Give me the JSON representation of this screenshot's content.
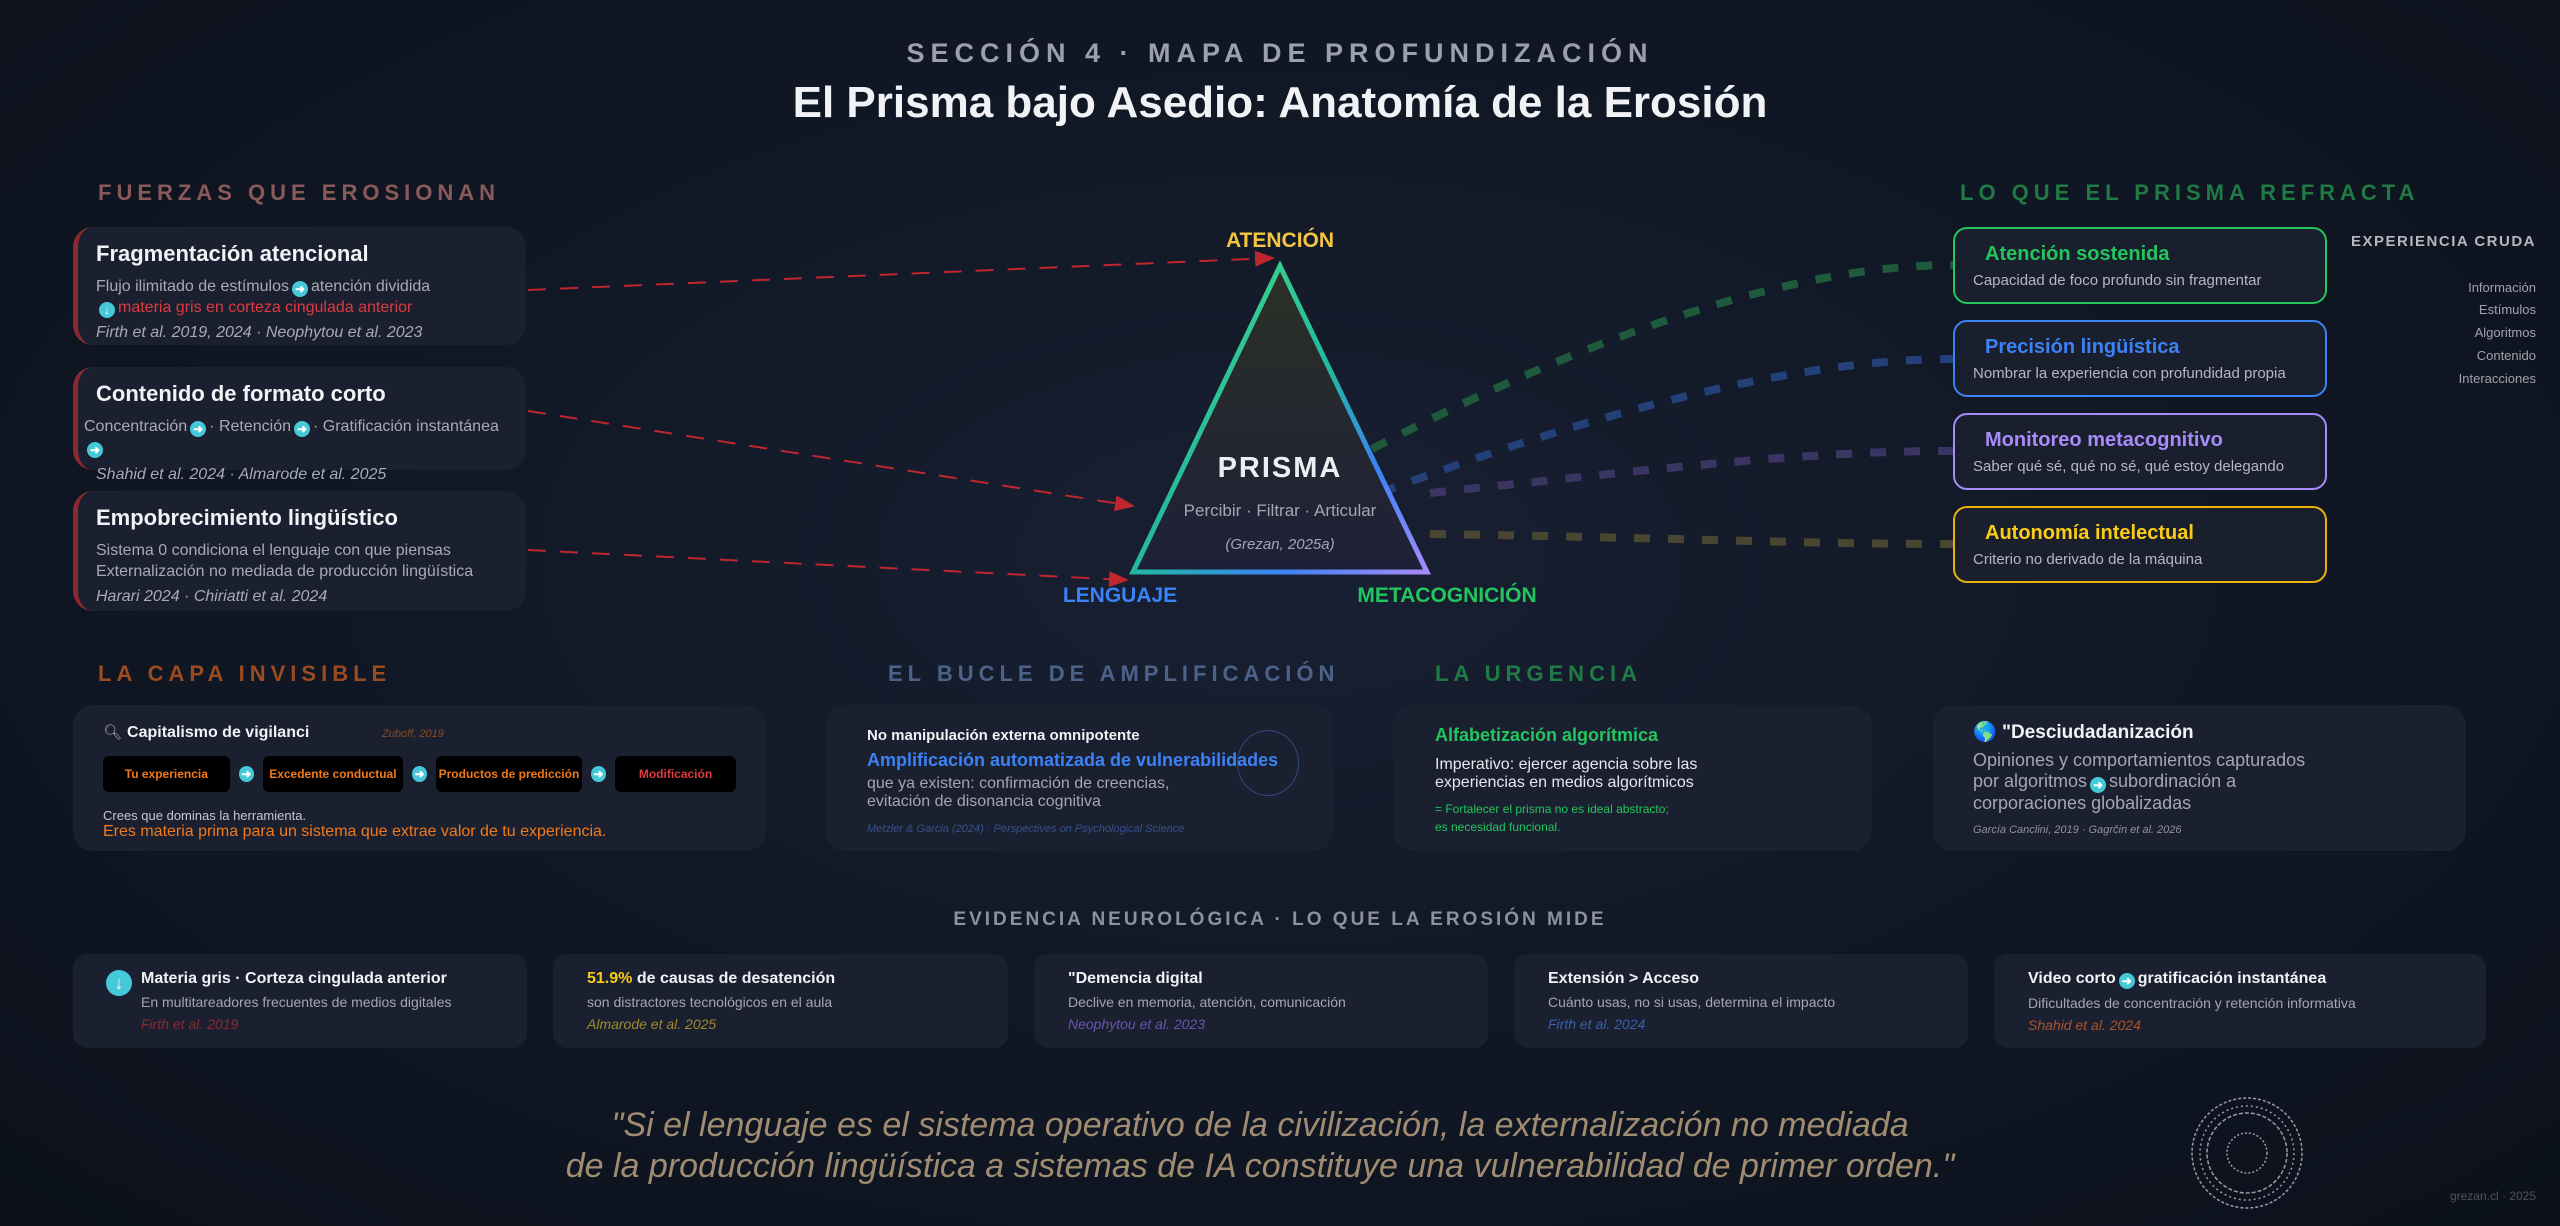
{
  "header": {
    "kicker": "SECCIÓN 4 · MAPA DE PROFUNDIZACIÓN",
    "title": "El Prisma bajo Asedio: Anatomía de la Erosión"
  },
  "forces": {
    "heading": "FUERZAS QUE EROSIONAN",
    "cards": [
      {
        "title": "Fragmentación atencional",
        "line1a": "Flujo ilimitado de estímulos",
        "line1b": "atención dividida",
        "line2": "materia gris en corteza cingulada anterior",
        "cite": "Firth et al. 2019, 2024 · Neophytou et al. 2023"
      },
      {
        "title": "Contenido de formato corto",
        "a": "Concentración",
        "b": "· Retención",
        "c": "· Gratificación instantánea",
        "cite": "Shahid et al. 2024 · Almarode et al. 2025"
      },
      {
        "title": "Empobrecimiento lingüístico",
        "line1": "Sistema 0 condiciona el lenguaje con que piensas",
        "line2": "Externalización no mediada de producción lingüística",
        "cite": "Harari 2024 · Chiriatti et al. 2024"
      }
    ]
  },
  "prism": {
    "top": "ATENCIÓN",
    "left": "LENGUAJE",
    "right": "METACOGNICIÓN",
    "name": "PRISMA",
    "verbs": "Percibir · Filtrar · Articular",
    "cite": "(Grezan, 2025a)"
  },
  "refract": {
    "heading": "LO QUE EL PRISMA REFRACTA",
    "cards": [
      {
        "title": "Atención sostenida",
        "desc": "Capacidad de foco profundo sin fragmentar",
        "color": "#22c55e"
      },
      {
        "title": "Precisión lingüística",
        "desc": "Nombrar la experiencia con profundidad propia",
        "color": "#3b82f6"
      },
      {
        "title": "Monitoreo metacognitivo",
        "desc": "Saber qué sé, qué no sé, qué estoy delegando",
        "color": "#a78bfa"
      },
      {
        "title": "Autonomía intelectual",
        "desc": "Criterio no derivado de la máquina",
        "color": "#facc15"
      }
    ]
  },
  "raw": {
    "heading": "EXPERIENCIA CRUDA",
    "items": [
      "Información",
      "Estímulos",
      "Algoritmos",
      "Contenido",
      "Interacciones"
    ]
  },
  "invisible": {
    "heading": "LA CAPA INVISIBLE",
    "title": "Capitalismo de vigilanci",
    "cite": "Zuboff, 2019",
    "chain": [
      "Tu experiencia",
      "Excedente conductual",
      "Productos de predicción",
      "Modificación"
    ],
    "line1": "Crees que dominas la herramienta.",
    "line2": "Eres materia prima para un sistema que extrae valor de tu experiencia."
  },
  "loop": {
    "heading": "EL BUCLE DE AMPLIFICACIÓN",
    "l1": "No manipulación externa omnipotente",
    "l2": "Amplificación automatizada de vulnerabilidades",
    "l3": "que ya existen: confirmación de creencias,",
    "l4": "evitación de disonancia cognitiva",
    "cite": "Metzler & Garcia (2024) · Perspectives on Psychological Science"
  },
  "urgency": {
    "heading": "LA URGENCIA",
    "title": "Alfabetización algorítmica",
    "l1": "Imperativo: ejercer agencia sobre las",
    "l2": "experiencias en medios algorítmicos",
    "n1": "= Fortalecer el prisma no es ideal abstracto;",
    "n2": "es necesidad funcional."
  },
  "decit": {
    "title": "\"Desciudadanización",
    "l1": "Opiniones y comportamientos capturados",
    "l2a": "por algoritmos",
    "l2b": "subordinación a",
    "l3": "corporaciones globalizadas",
    "cite": "García Canclini, 2019 · Gagrčin et al. 2026"
  },
  "evidence": {
    "heading": "EVIDENCIA NEUROLÓGICA · LO QUE LA EROSIÓN MIDE",
    "cards": [
      {
        "title": "Materia gris · Corteza cingulada anterior",
        "desc": "En multitareadores frecuentes de medios digitales",
        "cite": "Firth et al. 2019",
        "color": "#8a2a30"
      },
      {
        "stat": "51.9%",
        "title": " de causas de desatención",
        "desc": "son distractores tecnológicos en el aula",
        "cite": "Almarode et al. 2025",
        "color": "#a08a2a"
      },
      {
        "title": "\"Demencia digital",
        "desc": "Declive en memoria, atención, comunicación",
        "cite": "Neophytou et al. 2023",
        "color": "#6a55a8"
      },
      {
        "title": "Extensión > Acceso",
        "desc": "Cuánto usas, no si usas, determina el impacto",
        "cite": "Firth et al. 2024",
        "color": "#3d5fa8"
      },
      {
        "titleA": "Video corto",
        "titleB": "gratificación instantánea",
        "desc": "Dificultades de concentración y retención informativa",
        "cite": "Shahid et al. 2024",
        "color": "#a8552a"
      }
    ]
  },
  "quote": {
    "l1": "\"Si el lenguaje es el sistema operativo de la civilización, la externalización no mediada",
    "l2": "de la producción lingüística a sistemas de IA constituye una vulnerabilidad de primer orden.\""
  },
  "footer": {
    "brand": "grezan.cl · 2025"
  }
}
